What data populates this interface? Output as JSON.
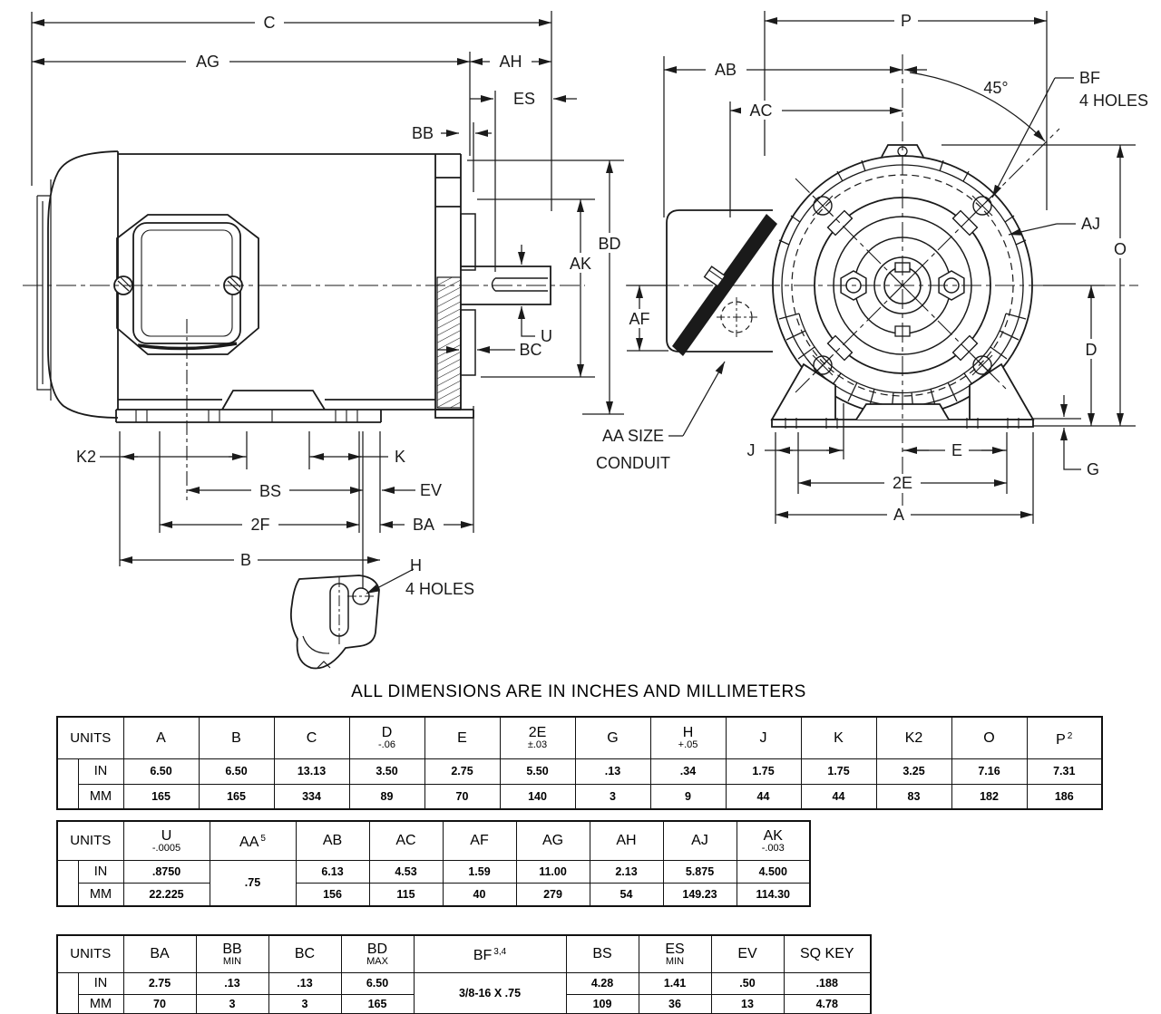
{
  "title": "ALL DIMENSIONS ARE IN INCHES AND MILLIMETERS",
  "side_view": {
    "c": "C",
    "ag": "AG",
    "ah": "AH",
    "es": "ES",
    "bb": "BB",
    "bd": "BD",
    "ak": "AK",
    "u": "U",
    "bc": "BC",
    "k2": "K2",
    "k": "K",
    "bs": "BS",
    "ev": "EV",
    "f2": "2F",
    "ba": "BA",
    "b": "B",
    "h": "H",
    "h_note": "4 HOLES"
  },
  "front_view": {
    "p": "P",
    "ab": "AB",
    "ac": "AC",
    "angle": "45°",
    "bf": "BF",
    "bf_note": "4 HOLES",
    "aj": "AJ",
    "o": "O",
    "af": "AF",
    "d": "D",
    "g": "G",
    "aa_line1": "AA SIZE",
    "aa_line2": "CONDUIT",
    "j": "J",
    "e": "E",
    "e2": "2E",
    "a": "A"
  },
  "tables": [
    {
      "units_label": "UNITS",
      "rows": [
        "IN",
        "MM"
      ],
      "cols": [
        {
          "l1": "A"
        },
        {
          "l1": "B"
        },
        {
          "l1": "C"
        },
        {
          "l1": "D",
          "l2": "-.06"
        },
        {
          "l1": "E"
        },
        {
          "l1": "2E",
          "l2": "±.03"
        },
        {
          "l1": "G"
        },
        {
          "l1": "H",
          "l2": "+.05"
        },
        {
          "l1": "J"
        },
        {
          "l1": "K"
        },
        {
          "l1": "K2"
        },
        {
          "l1": "O"
        },
        {
          "l1": "P",
          "sup": "2"
        }
      ],
      "in": [
        "6.50",
        "6.50",
        "13.13",
        "3.50",
        "2.75",
        "5.50",
        ".13",
        ".34",
        "1.75",
        "1.75",
        "3.25",
        "7.16",
        "7.31"
      ],
      "mm": [
        "165",
        "165",
        "334",
        "89",
        "70",
        "140",
        "3",
        "9",
        "44",
        "44",
        "83",
        "182",
        "186"
      ]
    },
    {
      "units_label": "UNITS",
      "rows": [
        "IN",
        "MM"
      ],
      "cols": [
        {
          "l1": "U",
          "l2": "-.0005"
        },
        {
          "l1": "AA",
          "sup": "5"
        },
        {
          "l1": "AB"
        },
        {
          "l1": "AC"
        },
        {
          "l1": "AF"
        },
        {
          "l1": "AG"
        },
        {
          "l1": "AH"
        },
        {
          "l1": "AJ"
        },
        {
          "l1": "AK",
          "l2": "-.003"
        }
      ],
      "in": [
        ".8750",
        "6.13",
        "4.53",
        "1.59",
        "11.00",
        "2.13",
        "5.875",
        "4.500"
      ],
      "mm": [
        "22.225",
        "156",
        "115",
        "40",
        "279",
        "54",
        "149.23",
        "114.30"
      ],
      "merged": {
        "value": ".75"
      }
    },
    {
      "units_label": "UNITS",
      "rows": [
        "IN",
        "MM"
      ],
      "cols": [
        {
          "l1": "BA"
        },
        {
          "l1": "BB",
          "l2": "MIN"
        },
        {
          "l1": "BC"
        },
        {
          "l1": "BD",
          "l2": "MAX"
        },
        {
          "l1": "BF",
          "sup": "3,4"
        },
        {
          "l1": "BS"
        },
        {
          "l1": "ES",
          "l2": "MIN"
        },
        {
          "l1": "EV"
        },
        {
          "l1": "SQ KEY"
        }
      ],
      "in": [
        "2.75",
        ".13",
        ".13",
        "6.50",
        "4.28",
        "1.41",
        ".50",
        ".188"
      ],
      "mm": [
        "70",
        "3",
        "3",
        "165",
        "109",
        "36",
        "13",
        "4.78"
      ],
      "merged": {
        "value": "3/8-16 X .75"
      }
    }
  ]
}
